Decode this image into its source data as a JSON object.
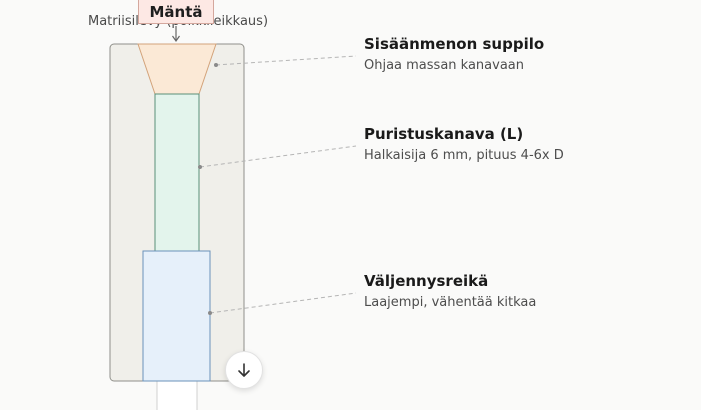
{
  "die_caption": "Matriisilevy (poikkileikkaus)",
  "piston_label": "Mäntä",
  "callouts": [
    {
      "title": "Sisäänmenon suppilo",
      "subtitle": "Ohjaa massan kanavaan"
    },
    {
      "title": "Puristuskanava (L)",
      "subtitle": "Halkaisija 6 mm, pituus 4-6x D"
    },
    {
      "title": "Väljennysreikä",
      "subtitle": "Laajempi, vähentää kitkaa"
    }
  ],
  "scroll_button": {
    "icon": "arrow-down-icon"
  },
  "colors": {
    "die_plate": "#f0efea",
    "funnel": "#fbe9d6",
    "channel": "#e3f4ec",
    "relief_hole": "#e6f0fa",
    "piston": "#fde8e4",
    "leader_line": "#b5b5b5"
  }
}
